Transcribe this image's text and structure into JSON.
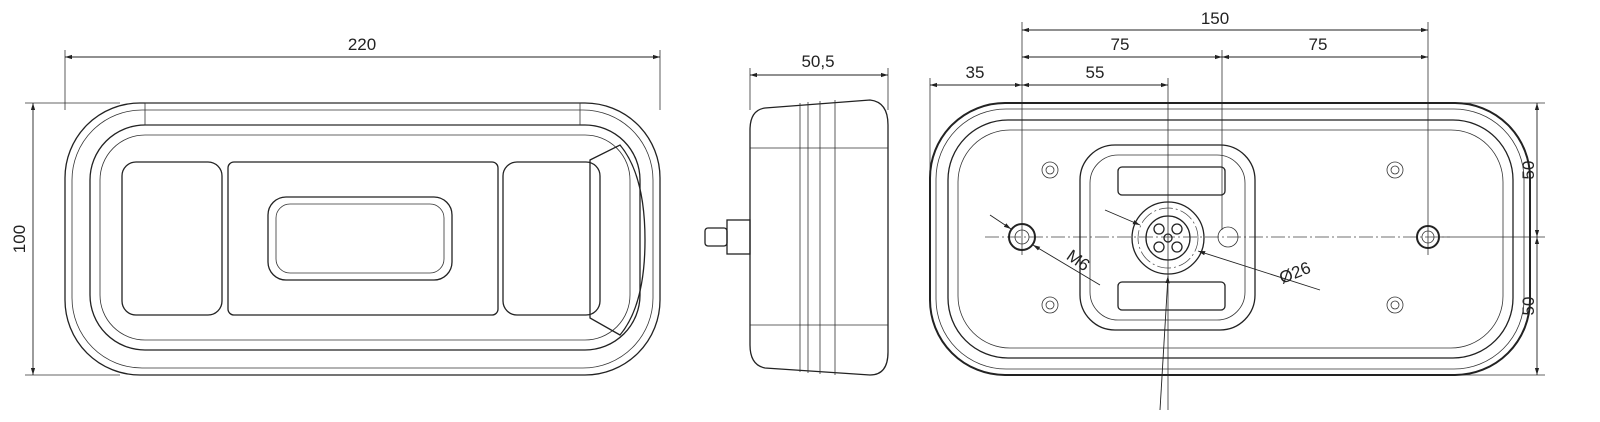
{
  "title": "Rear lamp technical drawing",
  "front_view": {
    "width_label": "220",
    "height_label": "100"
  },
  "side_view": {
    "depth_label": "50,5"
  },
  "rear_view": {
    "total_span_label": "150",
    "half_span_left_label": "75",
    "half_span_right_label": "75",
    "edge_offset_label": "35",
    "connector_offset_label": "55",
    "upper_height_label": "50",
    "lower_height_label": "50",
    "thread_label": "M6",
    "connector_diameter_label": "Ø26"
  },
  "colors": {
    "line": "#222222",
    "background": "#ffffff"
  }
}
